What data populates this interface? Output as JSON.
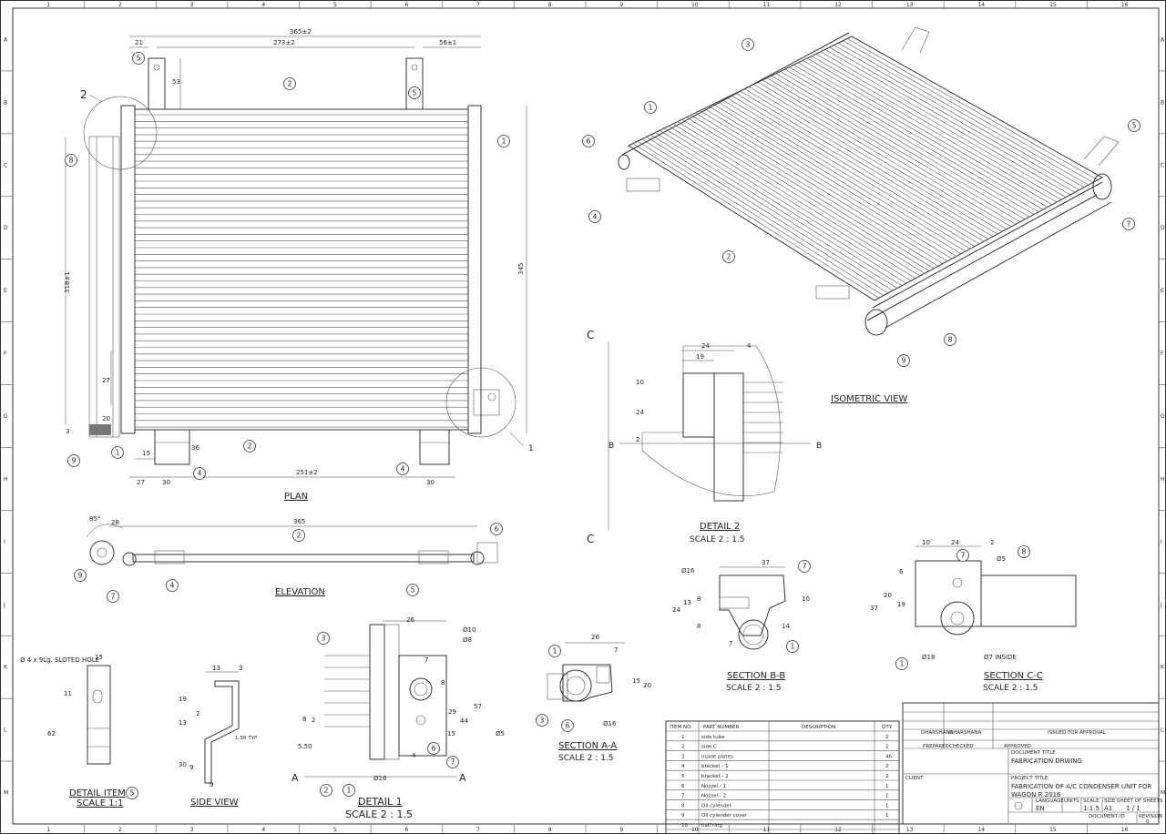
{
  "border": {
    "columns": [
      "1",
      "2",
      "3",
      "4",
      "5",
      "6",
      "7",
      "8",
      "9",
      "10",
      "11",
      "12",
      "13",
      "14",
      "15",
      "16"
    ],
    "rows": [
      "A",
      "B",
      "C",
      "D",
      "E",
      "F",
      "G",
      "H",
      "I",
      "J",
      "K",
      "L",
      "M"
    ]
  },
  "views": {
    "plan": "PLAN",
    "elevation": "ELEVATION",
    "isometric": "ISOMETRIC VIEW",
    "detail2": "DETAIL 2",
    "detail2_scale": "SCALE 2 : 1.5",
    "section_bb": "SECTION B-B",
    "section_bb_scale": "SCALE 2 : 1.5",
    "section_cc": "SECTION C-C",
    "section_cc_scale": "SCALE 2 : 1.5",
    "section_aa": "SECTION A-A",
    "section_aa_scale": "SCALE 2 : 1.5",
    "detail1": "DETAIL 1",
    "detail1_scale": "SCALE 2 : 1.5",
    "side_view": "SIDE VIEW",
    "detail_item": "DETAIL ITEM",
    "detail_item_scale": "SCALE 1:1",
    "detail_item_no": "5"
  },
  "plan_dims": {
    "overall": "365±2",
    "inner": "273±2",
    "offset": "56±1",
    "d21": "21",
    "d53": "53",
    "height": "345",
    "core": "318±1",
    "d27": "27",
    "d20": "20",
    "d3": "3",
    "d15": "15",
    "d36": "36",
    "bottom_27": "27",
    "bottom_30a": "30",
    "bottom_251": "251±2",
    "bottom_30b": "30",
    "detail_ref_2": "2",
    "detail_ref_1": "1"
  },
  "elevation_dims": {
    "angle": "85°",
    "d28": "28",
    "d365": "365"
  },
  "detail2_dims": {
    "d24": "24",
    "d4": "4",
    "d19": "19",
    "d10": "10",
    "d24v": "24",
    "d2": "2",
    "sec_c": "C",
    "sec_b": "B"
  },
  "section_bb_dims": {
    "d37": "37",
    "dia16": "Ø16",
    "d13": "13",
    "d8a": "8",
    "d24": "24",
    "d8b": "8",
    "d10": "10",
    "d14": "14",
    "d7": "7"
  },
  "section_cc_dims": {
    "d10": "10",
    "d24": "24",
    "d2": "2",
    "dia5": "Ø5",
    "d6": "6",
    "d20": "20",
    "d19": "19",
    "d37": "37",
    "dia18": "Ø18",
    "dia7": "Ø7 INSIDE"
  },
  "section_aa_dims": {
    "d26": "26",
    "d7": "7",
    "d15": "15",
    "d20": "20",
    "dia16": "Ø16"
  },
  "detail1_dims": {
    "d26": "26",
    "dia10": "Ø10",
    "dia8": "Ø8",
    "d7": "7",
    "d8": "8",
    "d29": "29",
    "d57": "57",
    "d44": "44",
    "d15": "15",
    "dia5": "Ø5",
    "d8b": "8",
    "d2": "2",
    "d550": "5.50",
    "d4": "4",
    "dia16": "Ø16",
    "sec_a": "A"
  },
  "side_view_dims": {
    "d13": "13",
    "d3": "3",
    "d19": "19",
    "d2": "2",
    "d13b": "13",
    "r": "1.5R TYP",
    "d30": "30",
    "d9a": "9",
    "d9b": "9"
  },
  "detail_item_dims": {
    "note": "Ø 4 x 9Lg. SLOTED HOLE",
    "d15": "15",
    "d11": "11",
    "d62": "62"
  },
  "balloons": {
    "plan": [
      "5",
      "5",
      "2",
      "1",
      "8",
      "1",
      "9",
      "2",
      "4",
      "4"
    ],
    "elev": [
      "9",
      "7",
      "2",
      "4",
      "5",
      "6"
    ],
    "iso": [
      "3",
      "1",
      "6",
      "4",
      "5",
      "7",
      "2",
      "8",
      "9"
    ],
    "bb": [
      "7",
      "1"
    ],
    "cc": [
      "7",
      "8",
      "1"
    ],
    "aa": [
      "1",
      "3",
      "6"
    ],
    "d1": [
      "3",
      "1",
      "2",
      "6",
      "7"
    ]
  },
  "bom": {
    "headers": [
      "ITEM NO.",
      "PART NUMBER",
      "DESCRIPTION",
      "QTY."
    ],
    "rows": [
      [
        "1",
        "side tube",
        "",
        "2"
      ],
      [
        "2",
        "side C",
        "",
        "2"
      ],
      [
        "3",
        "inside plates",
        "",
        "46"
      ],
      [
        "4",
        "brecket - 1",
        "",
        "2"
      ],
      [
        "5",
        "bracket - 2",
        "",
        "2"
      ],
      [
        "6",
        "Nozzel - 1",
        "",
        "1"
      ],
      [
        "7",
        "Nozzel - 2",
        "",
        "1"
      ],
      [
        "8",
        "Oil cylender",
        "",
        "1"
      ],
      [
        "9",
        "Oil cylender cover",
        "",
        "1"
      ],
      [
        "10",
        "half ring",
        "",
        ""
      ]
    ]
  },
  "title_block": {
    "prepared_by": "DHARSHANA",
    "checked_by": "DHARSHANA",
    "issued": "ISSUED FOR APPROVAL",
    "prepared": "PREPARED",
    "checked": "CHECKED",
    "approved": "APPROVED",
    "doc_title_label": "DOCUMENT TITLE",
    "doc_title": "FABRICATION DRWING",
    "client_label": "CLIENT",
    "project_label": "PROJECT TITLE",
    "project_line1": "FABRICATION OF A/C CONDENSER UNIT FOR",
    "project_line2": "WAGON R 2016",
    "language_label": "LANGUAGE",
    "language": "EN",
    "units_label": "UNITS",
    "scale_label": "SCALE",
    "scale": "1:1.5",
    "size_label": "SIZE",
    "size": "A1",
    "sheet_label": "SHEET OF SHEETS",
    "sheet": "1 / 1",
    "document_label": "DOCUMENT ID",
    "revision_label": "REVISION",
    "revision": "0"
  }
}
